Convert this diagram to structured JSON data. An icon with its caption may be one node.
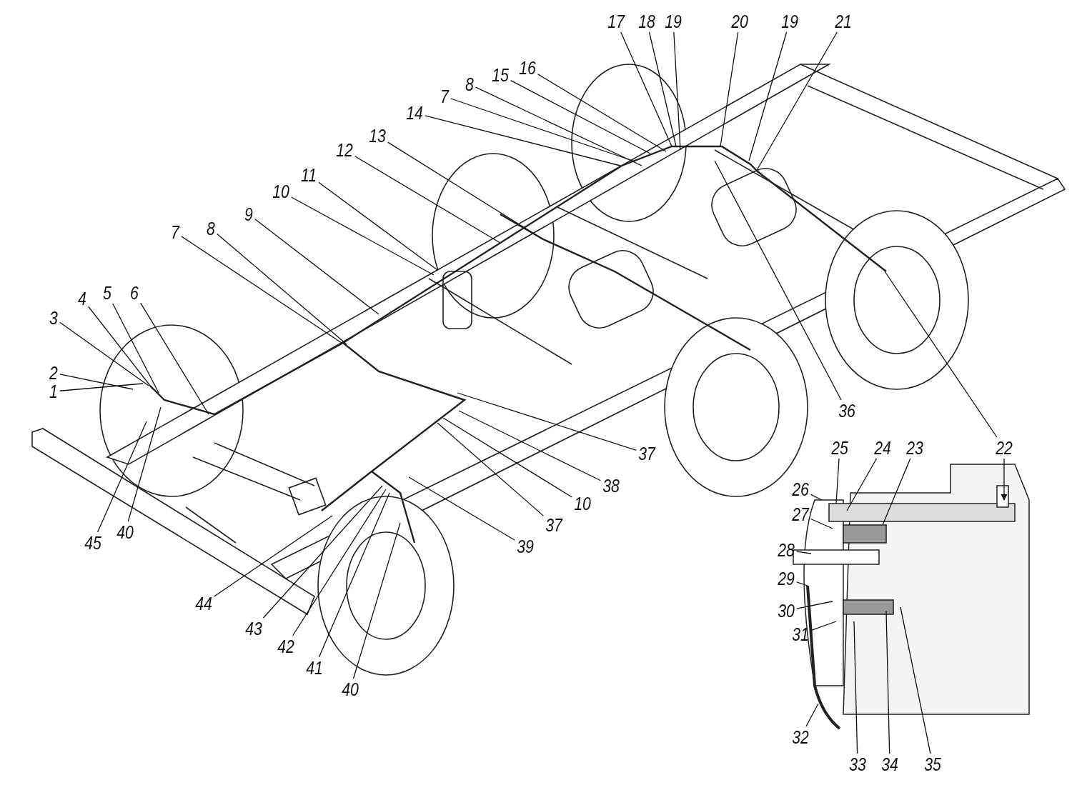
{
  "diagram": {
    "nodes": [
      {
        "text": [
          "1"
        ]
      },
      {
        "text": [
          "2"
        ]
      },
      {
        "text": [
          "3"
        ]
      },
      {
        "text": [
          "4"
        ]
      },
      {
        "text": [
          "5"
        ]
      },
      {
        "text": [
          "6"
        ]
      },
      {
        "text": [
          "7"
        ]
      },
      {
        "text": [
          "8"
        ]
      },
      {
        "text": [
          "9"
        ]
      },
      {
        "text": [
          "10"
        ]
      },
      {
        "text": [
          "11"
        ]
      },
      {
        "text": [
          "12"
        ]
      },
      {
        "text": [
          "13"
        ]
      },
      {
        "text": [
          "14"
        ]
      },
      {
        "text": [
          "7"
        ]
      },
      {
        "text": [
          "8"
        ]
      },
      {
        "text": [
          "15"
        ]
      },
      {
        "text": [
          "16"
        ]
      },
      {
        "text": [
          "17"
        ]
      },
      {
        "text": [
          "18"
        ]
      },
      {
        "text": [
          "19"
        ]
      },
      {
        "text": [
          "20"
        ]
      },
      {
        "text": [
          "19"
        ]
      },
      {
        "text": [
          "21"
        ]
      },
      {
        "text": [
          "36"
        ]
      },
      {
        "text": [
          "37"
        ]
      },
      {
        "text": [
          "38"
        ]
      },
      {
        "text": [
          "10"
        ]
      },
      {
        "text": [
          "37"
        ]
      },
      {
        "text": [
          "39"
        ]
      },
      {
        "text": [
          "40"
        ]
      },
      {
        "text": [
          "41"
        ]
      },
      {
        "text": [
          "42"
        ]
      },
      {
        "text": [
          "43"
        ]
      },
      {
        "text": [
          "44"
        ]
      },
      {
        "text": [
          "45"
        ]
      },
      {
        "text": [
          "40"
        ]
      },
      {
        "text": [
          "25"
        ]
      },
      {
        "text": [
          "24"
        ]
      },
      {
        "text": [
          "23"
        ]
      },
      {
        "text": [
          "26"
        ]
      },
      {
        "text": [
          "27"
        ]
      },
      {
        "text": [
          "28"
        ]
      },
      {
        "text": [
          "29"
        ]
      },
      {
        "text": [
          "30"
        ]
      },
      {
        "text": [
          "31"
        ]
      },
      {
        "text": [
          "32"
        ]
      },
      {
        "text": [
          "33"
        ]
      },
      {
        "text": [
          "34"
        ]
      },
      {
        "text": [
          "35"
        ]
      },
      {
        "text": [
          "22"
        ]
      }
    ],
    "edges": [
      {
        "from": 0,
        "to": null,
        "arrow": "none"
      },
      {
        "from": 1,
        "to": null,
        "arrow": "none"
      },
      {
        "from": 2,
        "to": null,
        "arrow": "none"
      },
      {
        "from": 3,
        "to": null,
        "arrow": "none"
      },
      {
        "from": 4,
        "to": null,
        "arrow": "none"
      },
      {
        "from": 5,
        "to": null,
        "arrow": "none"
      },
      {
        "from": 6,
        "to": null,
        "arrow": "none"
      },
      {
        "from": 7,
        "to": null,
        "arrow": "none"
      },
      {
        "from": 8,
        "to": null,
        "arrow": "none"
      },
      {
        "from": 9,
        "to": null,
        "arrow": "none"
      },
      {
        "from": 10,
        "to": null,
        "arrow": "none"
      },
      {
        "from": 11,
        "to": null,
        "arrow": "none"
      },
      {
        "from": 12,
        "to": null,
        "arrow": "none"
      },
      {
        "from": 13,
        "to": null,
        "arrow": "none"
      },
      {
        "from": 14,
        "to": null,
        "arrow": "none"
      },
      {
        "from": 15,
        "to": null,
        "arrow": "none"
      },
      {
        "from": 16,
        "to": null,
        "arrow": "none"
      },
      {
        "from": 17,
        "to": null,
        "arrow": "none"
      },
      {
        "from": 18,
        "to": null,
        "arrow": "none"
      },
      {
        "from": 19,
        "to": null,
        "arrow": "none"
      },
      {
        "from": 20,
        "to": null,
        "arrow": "none"
      },
      {
        "from": 21,
        "to": null,
        "arrow": "none"
      },
      {
        "from": 22,
        "to": null,
        "arrow": "none"
      },
      {
        "from": 23,
        "to": null,
        "arrow": "none"
      },
      {
        "from": 24,
        "to": null,
        "arrow": "none"
      },
      {
        "from": 25,
        "to": null,
        "arrow": "none"
      },
      {
        "from": 26,
        "to": null,
        "arrow": "none"
      },
      {
        "from": 27,
        "to": null,
        "arrow": "none"
      },
      {
        "from": 28,
        "to": null,
        "arrow": "none"
      },
      {
        "from": 29,
        "to": null,
        "arrow": "none"
      },
      {
        "from": 30,
        "to": null,
        "arrow": "none"
      },
      {
        "from": 31,
        "to": null,
        "arrow": "none"
      },
      {
        "from": 32,
        "to": null,
        "arrow": "none"
      },
      {
        "from": 33,
        "to": null,
        "arrow": "none"
      },
      {
        "from": 34,
        "to": null,
        "arrow": "none"
      },
      {
        "from": 35,
        "to": null,
        "arrow": "none"
      },
      {
        "from": 36,
        "to": null,
        "arrow": "none"
      },
      {
        "from": 37,
        "to": null,
        "arrow": "none"
      },
      {
        "from": 38,
        "to": null,
        "arrow": "none"
      },
      {
        "from": 39,
        "to": null,
        "arrow": "none"
      },
      {
        "from": 40,
        "to": null,
        "arrow": "none"
      },
      {
        "from": 41,
        "to": null,
        "arrow": "none"
      },
      {
        "from": 42,
        "to": null,
        "arrow": "none"
      },
      {
        "from": 43,
        "to": null,
        "arrow": "none"
      },
      {
        "from": 44,
        "to": null,
        "arrow": "none"
      },
      {
        "from": 45,
        "to": null,
        "arrow": "none"
      },
      {
        "from": 46,
        "to": null,
        "arrow": "none"
      },
      {
        "from": 47,
        "to": null,
        "arrow": "none"
      },
      {
        "from": 48,
        "to": null,
        "arrow": "none"
      },
      {
        "from": 49,
        "to": null,
        "arrow": "none"
      },
      {
        "from": 50,
        "to": null,
        "arrow": "none"
      },
      {
        "from": 50,
        "to": null,
        "arrow": "to"
      }
    ]
  }
}
